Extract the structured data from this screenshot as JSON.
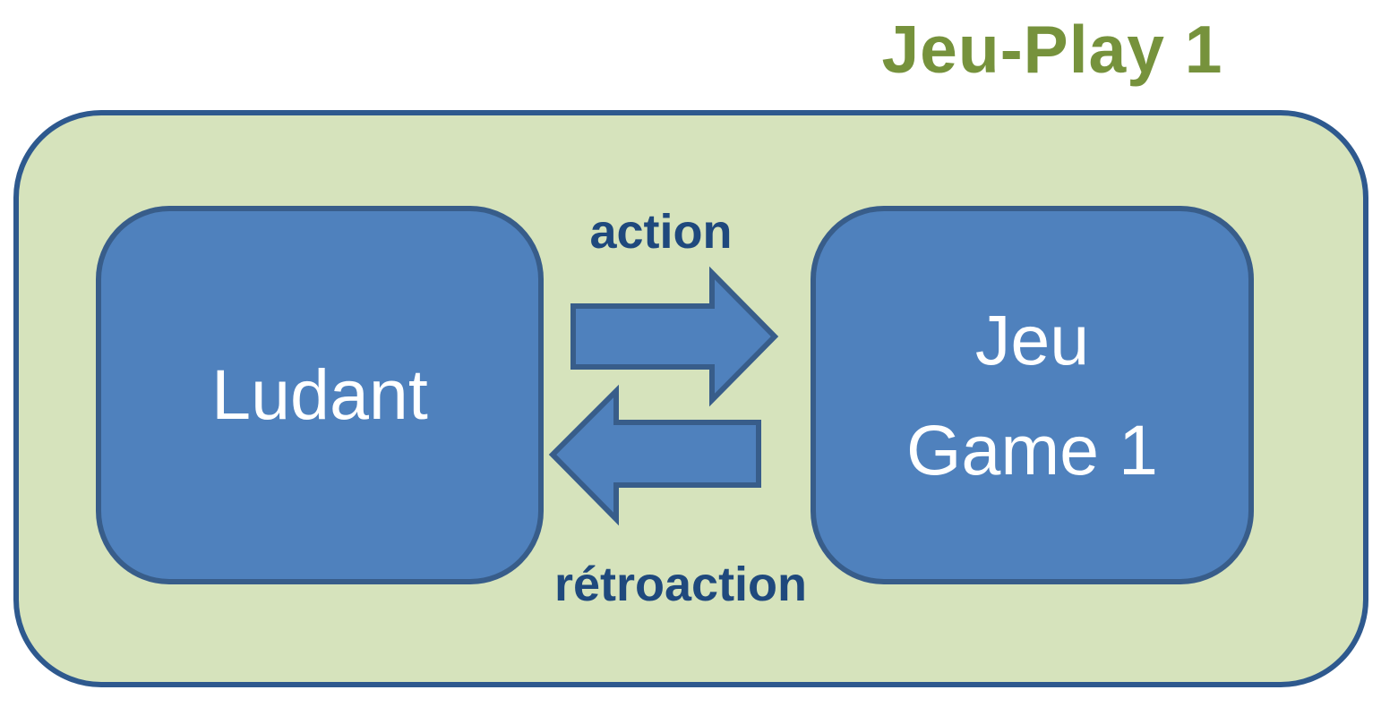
{
  "title": "Jeu-Play 1",
  "diagram": {
    "ludant_box": {
      "label": "Ludant"
    },
    "jeu_box": {
      "line1": "Jeu",
      "line2": "Game 1"
    },
    "arrows": {
      "action_label": "action",
      "retroaction_label": "rétroaction"
    }
  },
  "colors": {
    "bg-page": "#ffffff",
    "green-fill": "#d6e3bc",
    "outer-border": "#2e598e",
    "blue-fill": "#4f81bd",
    "blue-border": "#385d8a",
    "navy-text": "#1f497d",
    "olive-title": "#76923c",
    "white-text": "#ffffff"
  }
}
